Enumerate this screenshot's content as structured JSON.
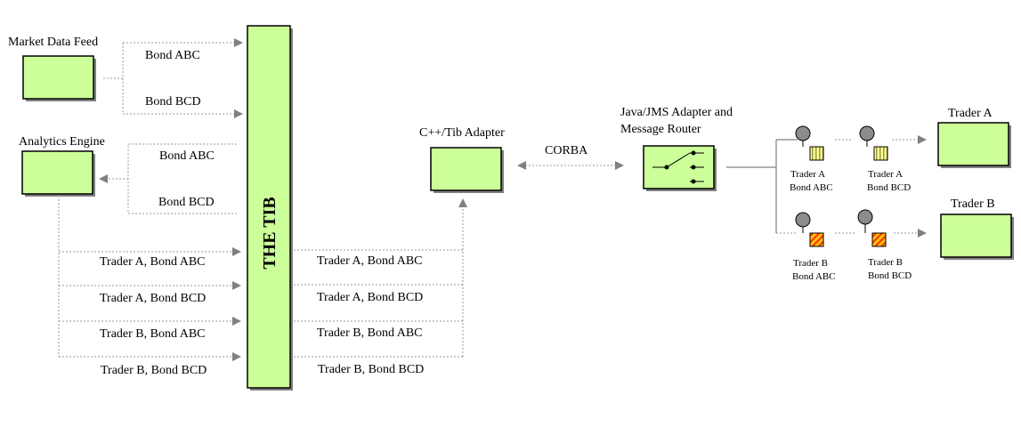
{
  "colors": {
    "box_fill": "#ccff99",
    "box_stroke": "#000000",
    "box_shadow": "#808080",
    "dotted_line": "#9a9a9a",
    "solid_line": "#808080",
    "endpoint_fill": "#8c8c8c",
    "queue_msg_fill": "#ffff99",
    "queue_msg_stripe": "#99993a",
    "queue_msg_hatch_base": "#ffcc00",
    "queue_msg_hatch_stripe": "#ff3300"
  },
  "labels": {
    "market_data_feed": "Market Data Feed",
    "analytics_engine": "Analytics Engine",
    "the_tib": "THE TIB",
    "cpp_tib_adapter": "C++/Tib Adapter",
    "corba": "CORBA",
    "java_jms_line1": "Java/JMS Adapter and",
    "java_jms_line2": "Message Router",
    "trader_a": "Trader A",
    "trader_b": "Trader B"
  },
  "feed_topics": [
    "Bond ABC",
    "Bond BCD"
  ],
  "analytics_topics": [
    "Bond ABC",
    "Bond BCD"
  ],
  "analytics_out_topics": [
    "Trader A, Bond ABC",
    "Trader A, Bond BCD",
    "Trader B, Bond ABC",
    "Trader B, Bond BCD"
  ],
  "tib_out_topics": [
    "Trader A, Bond ABC",
    "Trader A, Bond BCD",
    "Trader B, Bond ABC",
    "Trader B, Bond BCD"
  ],
  "queues": [
    {
      "line1": "Trader A",
      "line2": "Bond ABC"
    },
    {
      "line1": "Trader A",
      "line2": "Bond BCD"
    },
    {
      "line1": "Trader B",
      "line2": "Bond ABC"
    },
    {
      "line1": "Trader B",
      "line2": "Bond BCD"
    }
  ]
}
